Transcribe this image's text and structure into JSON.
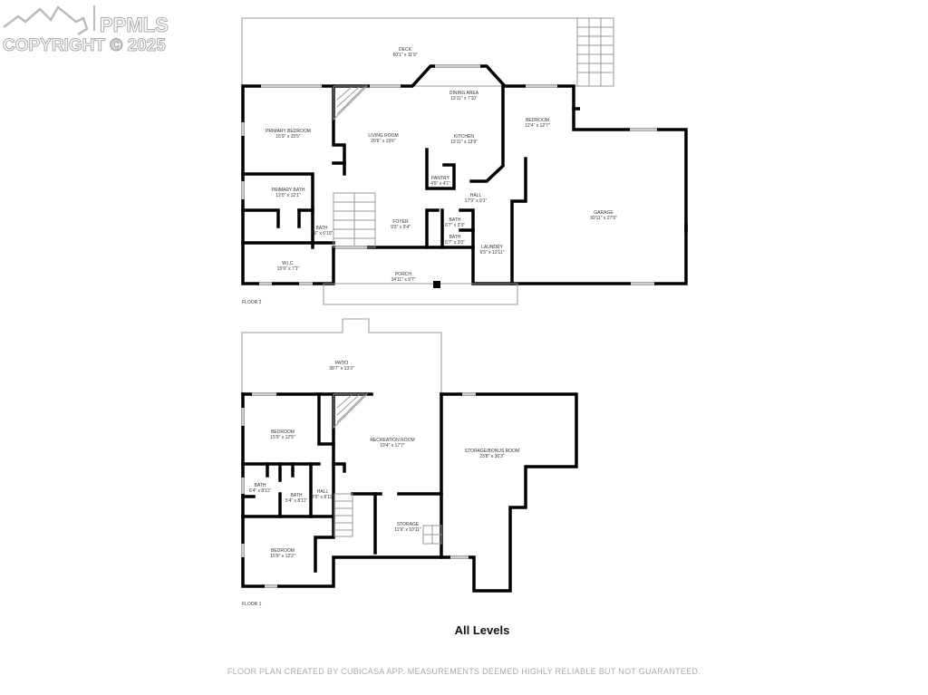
{
  "watermark": {
    "brand": "PPMLS",
    "copyright": "COPYRIGHT © 2025"
  },
  "floor2": {
    "label": "FLOOR 2",
    "rooms": [
      {
        "name": "DECK",
        "dims": "60'1\" x 11'9\""
      },
      {
        "name": "DINING AREA",
        "dims": "13'11\" x 7'10\""
      },
      {
        "name": "BEDROOM",
        "dims": "12'4\" x 12'7\""
      },
      {
        "name": "PRIMARY BEDROOM",
        "dims": "15'9\" x 15'5\""
      },
      {
        "name": "LIVING ROOM",
        "dims": "20'6\" x 19'6\""
      },
      {
        "name": "KITCHEN",
        "dims": "13'11\" x 13'9\""
      },
      {
        "name": "PANTRY",
        "dims": "4'9\" x 4'1\""
      },
      {
        "name": "PRIMARY BATH",
        "dims": "12'0\" x 12'1\""
      },
      {
        "name": "HALL",
        "dims": "17'9\" x 9'1\""
      },
      {
        "name": "GARAGE",
        "dims": "30'11\" x 27'6\""
      },
      {
        "name": "BATH",
        "dims": "3'5\" x 6'10\""
      },
      {
        "name": "FOYER",
        "dims": "9'3\" x 9'4\""
      },
      {
        "name": "BATH",
        "dims": "6'7\" x 3'3\""
      },
      {
        "name": "BATH",
        "dims": "5'7\" x 3'0\""
      },
      {
        "name": "LAUNDRY",
        "dims": "6'5\" x 12'11\""
      },
      {
        "name": "W.I.C.",
        "dims": "15'9\" x 7'1\""
      },
      {
        "name": "PORCH",
        "dims": "34'11\" x 9'7\""
      }
    ]
  },
  "floor1": {
    "label": "FLOOR 1",
    "rooms": [
      {
        "name": "PATIO",
        "dims": "38'7\" x 13'3\""
      },
      {
        "name": "BEDROOM",
        "dims": "15'9\" x 12'5\""
      },
      {
        "name": "RECREATION ROOM",
        "dims": "19'4\" x 17'7\""
      },
      {
        "name": "STORAGE/BONUS ROOM",
        "dims": "23'8\" x 36'3\""
      },
      {
        "name": "BATH",
        "dims": "6'4\" x 8'11\""
      },
      {
        "name": "BATH",
        "dims": "5'4\" x 8'11\""
      },
      {
        "name": "HALL",
        "dims": "3'5\" x 8'11\""
      },
      {
        "name": "STORAGE",
        "dims": "11'9\" x 10'11\""
      },
      {
        "name": "BEDROOM",
        "dims": "15'9\" x 12'2\""
      }
    ]
  },
  "title": "All Levels",
  "footer": "FLOOR PLAN CREATED BY CUBICASA APP. MEASUREMENTS DEEMED HIGHLY RELIABLE BUT NOT GUARANTEED."
}
